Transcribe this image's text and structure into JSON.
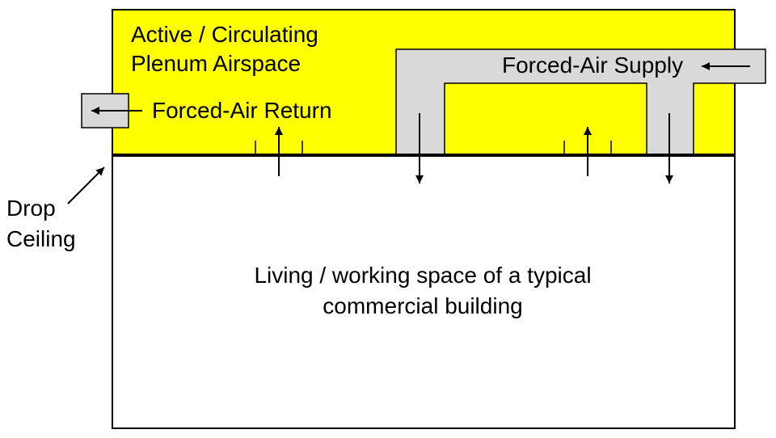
{
  "labels": {
    "plenum": {
      "line1": "Active / Circulating",
      "line2": "Plenum Airspace"
    },
    "supply": "Forced-Air Supply",
    "return": "Forced-Air Return",
    "ceiling": {
      "line1": "Drop",
      "line2": "Ceiling"
    },
    "living": {
      "line1": "Living / working space of a typical",
      "line2": "commercial building"
    }
  },
  "colors": {
    "plenum_fill": "#ffff00",
    "duct_fill": "#d9d9d9",
    "room_fill": "#ffffff",
    "outline": "#000000"
  }
}
